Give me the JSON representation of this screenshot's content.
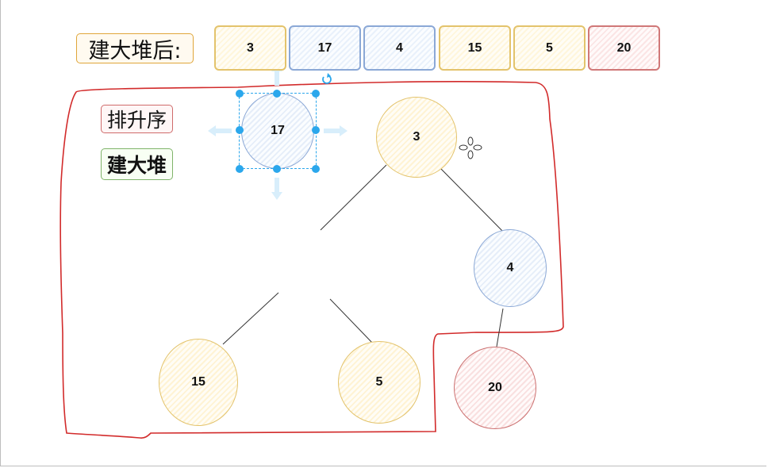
{
  "labels": {
    "after_heap": "建大堆后:",
    "sort_ascending": "排升序",
    "build_heap": "建大堆"
  },
  "array": [
    {
      "value": "3",
      "color": "yellow"
    },
    {
      "value": "17",
      "color": "blue"
    },
    {
      "value": "4",
      "color": "blue"
    },
    {
      "value": "15",
      "color": "yellow"
    },
    {
      "value": "5",
      "color": "yellow"
    },
    {
      "value": "20",
      "color": "red"
    }
  ],
  "nodes": {
    "n17": "17",
    "n3": "3",
    "n4": "4",
    "n15": "15",
    "n5": "5",
    "n20": "20"
  },
  "colors": {
    "red_outline": "#d22b2b",
    "selection": "#2ba7ec",
    "yellow": "#e3c36c",
    "blue": "#8ba8d6",
    "red": "#cc7070"
  }
}
